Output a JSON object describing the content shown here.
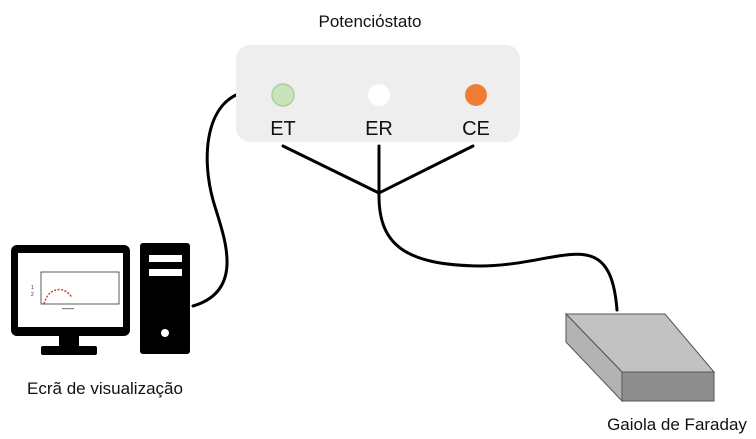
{
  "potentiostat": {
    "title": "Potenciόstato",
    "ports": [
      {
        "label": "ET",
        "color": "#c9e4bd",
        "stroke": "#a8d199"
      },
      {
        "label": "ER",
        "color": "#ffffff",
        "stroke": "#ffffff"
      },
      {
        "label": "CE",
        "color": "#f07d34",
        "stroke": "#f07d34"
      }
    ],
    "box_color": "#eeeeee"
  },
  "computer": {
    "caption": "Ecrã de visualização",
    "color": "#000000",
    "plot_curve_color": "#c0392b",
    "plot_axis_tick_labels": [
      "1",
      "2"
    ]
  },
  "faraday_cage": {
    "caption": "Gaiola de Faraday",
    "colors": {
      "top": "#c2c2c2",
      "front": "#8e8e8e",
      "side": "#b3b3b3"
    }
  },
  "cable_color": "#000000"
}
